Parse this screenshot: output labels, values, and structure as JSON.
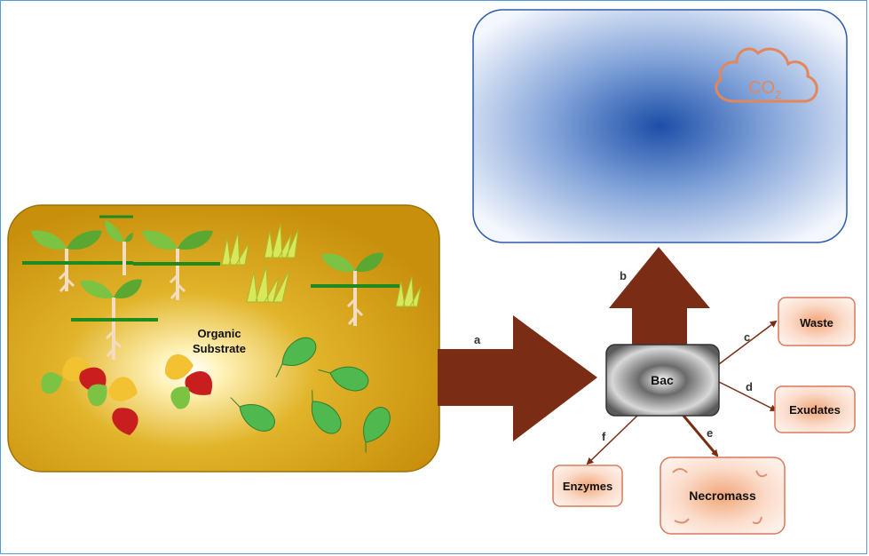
{
  "co2": {
    "text": "CO",
    "subscript": "2"
  },
  "substrate": {
    "line1": "Organic",
    "line2": "Substrate"
  },
  "bac": {
    "label": "Bac"
  },
  "products": {
    "waste": "Waste",
    "exudates": "Exudates",
    "necromass": "Necromass",
    "enzymes": "Enzymes"
  },
  "edges": {
    "a": "a",
    "b": "b",
    "c": "c",
    "d": "d",
    "e": "e",
    "f": "f"
  },
  "colors": {
    "substrate_fill": "#d19a12",
    "atmosphere_center": "#1f4fb0",
    "flux_arrow": "#7a2d14",
    "product_border": "#d9795a",
    "product_fill": "#fbe1d3"
  }
}
